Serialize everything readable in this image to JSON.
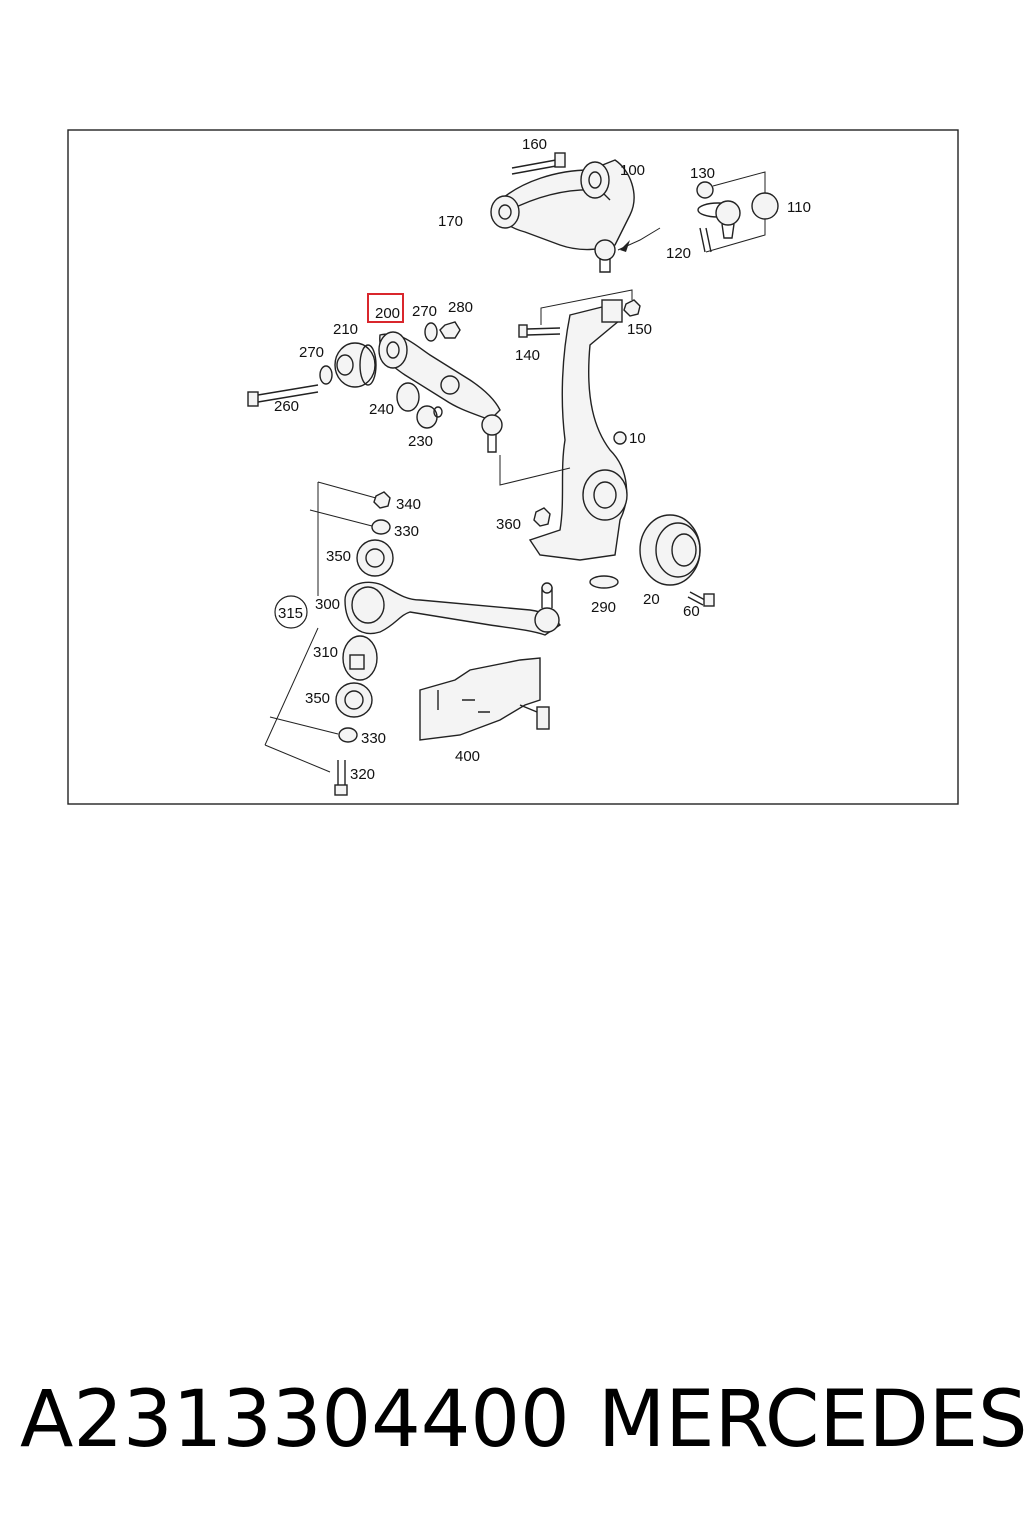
{
  "diagram": {
    "callouts": {
      "c10": "10",
      "c20": "20",
      "c60": "60",
      "c100": "100",
      "c110": "110",
      "c120": "120",
      "c130": "130",
      "c140": "140",
      "c150": "150",
      "c160": "160",
      "c170": "170",
      "c200": "200",
      "c210": "210",
      "c230": "230",
      "c240": "240",
      "c260": "260",
      "c270a": "270",
      "c270b": "270",
      "c280": "280",
      "c290": "290",
      "c300": "300",
      "c310": "310",
      "c315": "315",
      "c320": "320",
      "c330a": "330",
      "c330b": "330",
      "c340": "340",
      "c350a": "350",
      "c350b": "350",
      "c360": "360",
      "c400": "400"
    },
    "highlighted_callout": "200",
    "highlight_color": "#d9262c"
  },
  "footer": {
    "part_number": "A2313304400",
    "brand": "MERCEDES"
  }
}
